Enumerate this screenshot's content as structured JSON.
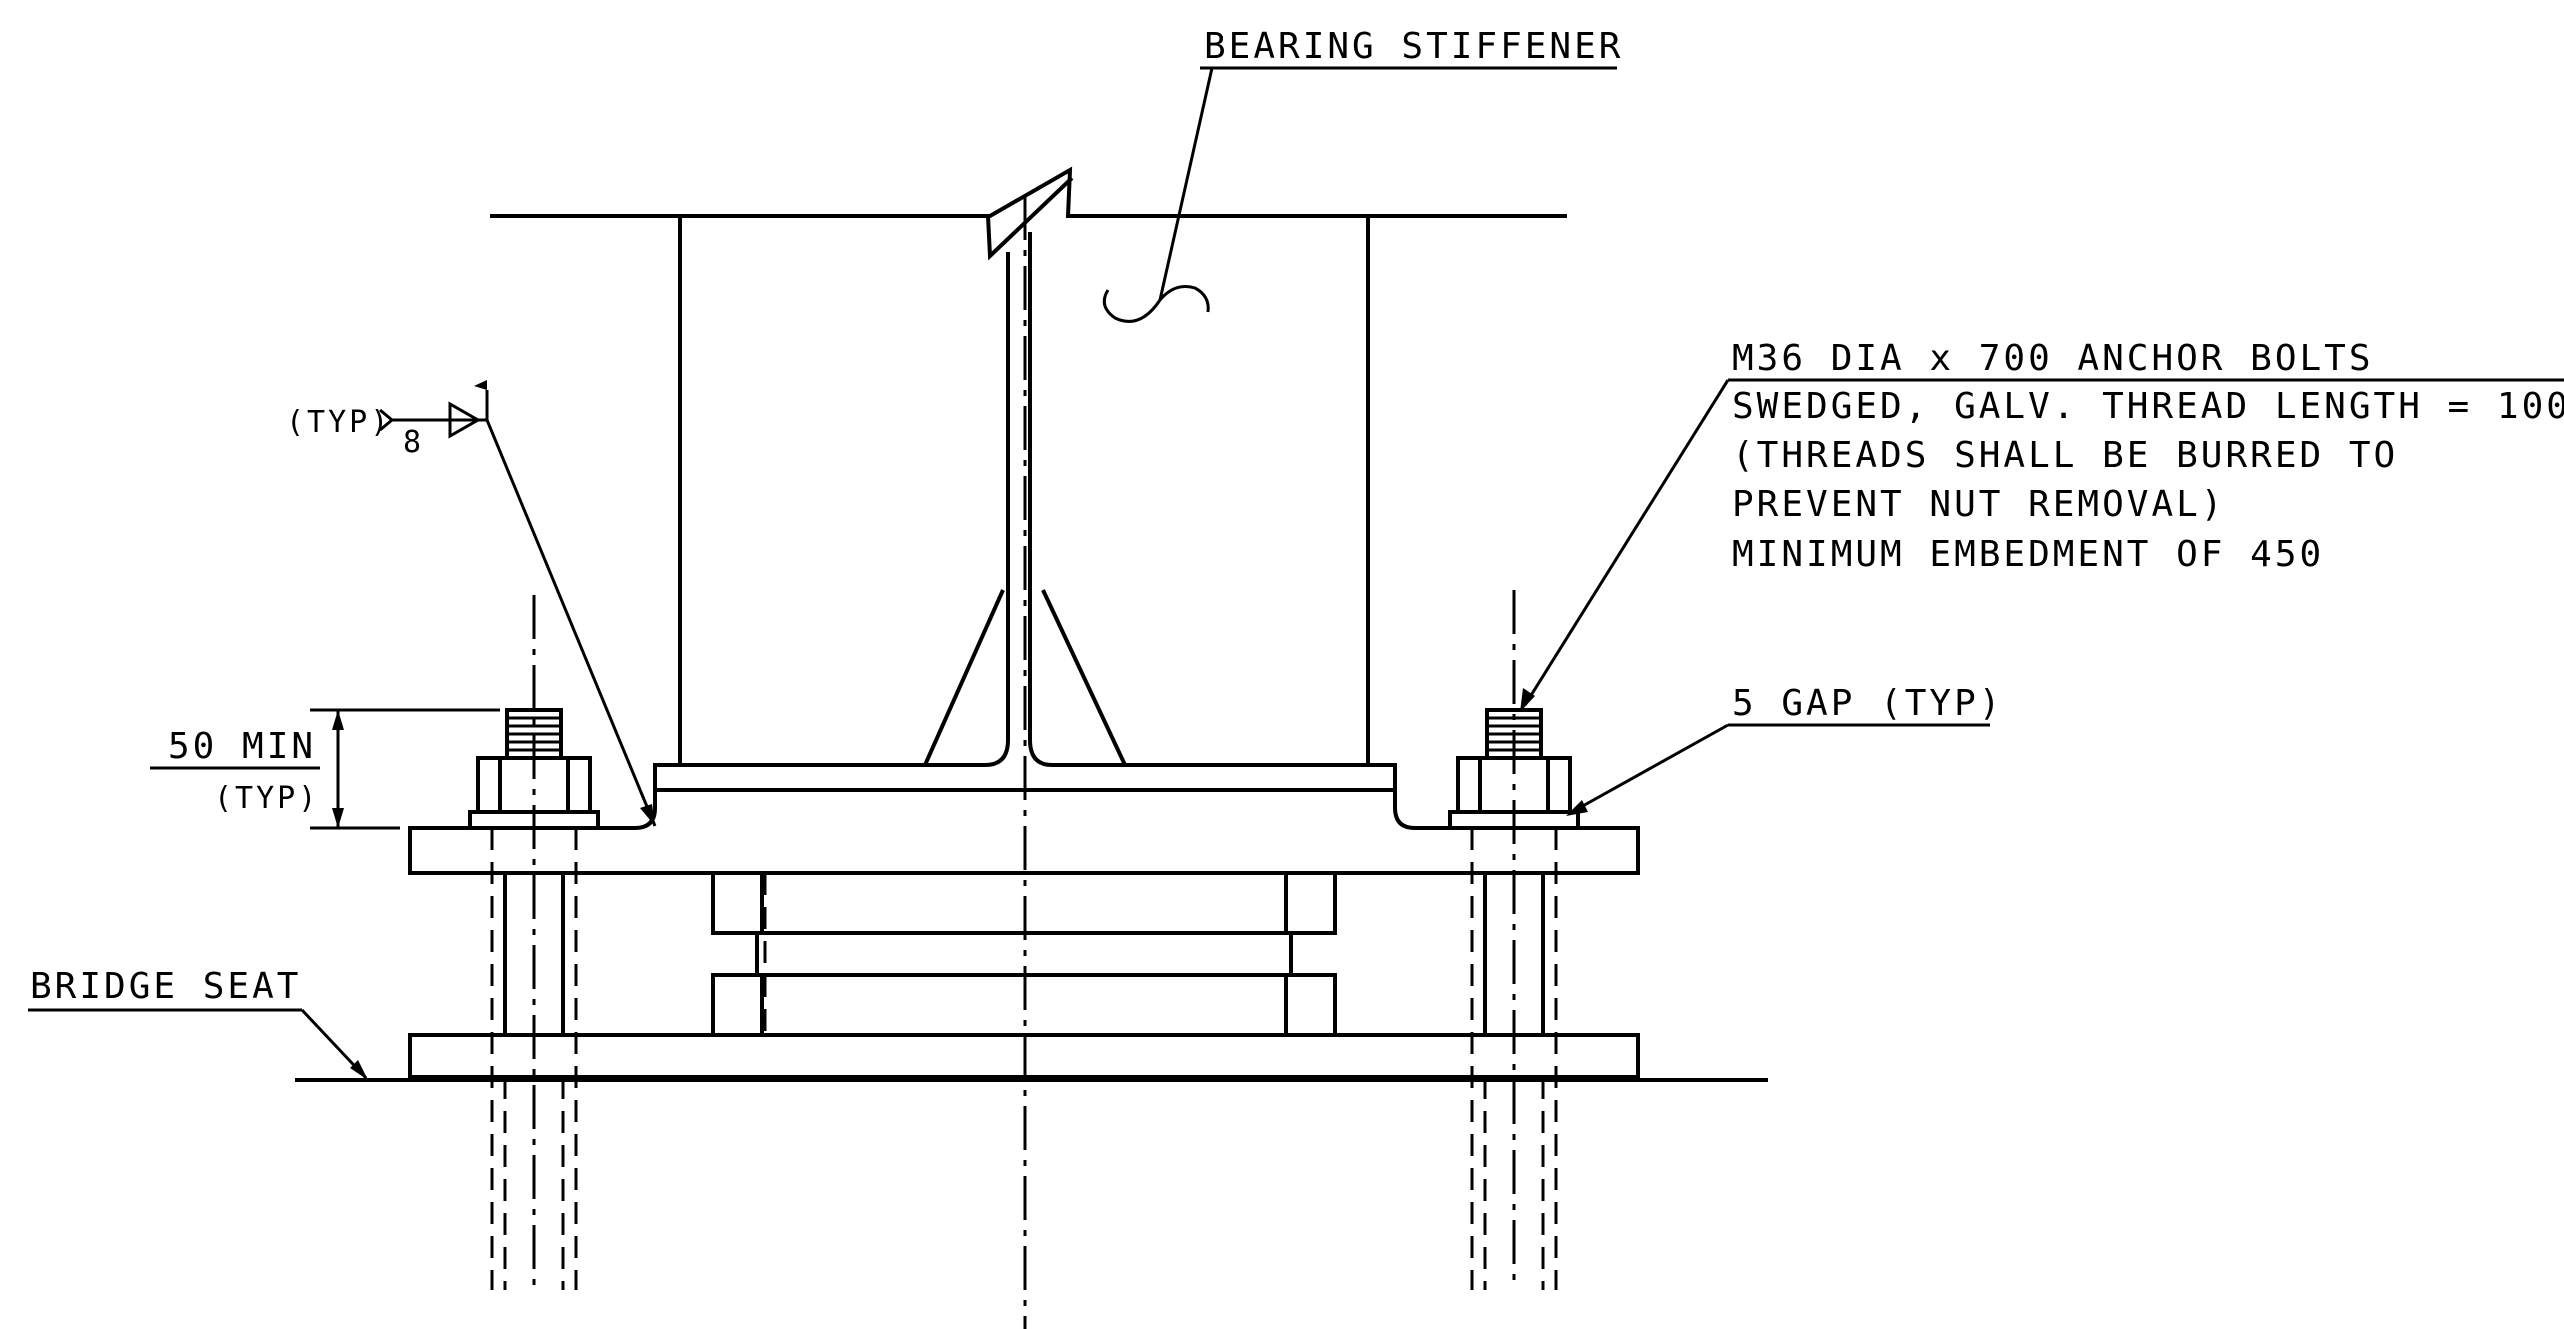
{
  "labels": {
    "bearing_stiffener": "BEARING STIFFENER",
    "weld_typ": "(TYP)",
    "weld_size": "8",
    "anchor_bolts_1": "M36 DIA x 700 ANCHOR BOLTS",
    "anchor_bolts_2": "SWEDGED, GALV. THREAD LENGTH = 100",
    "anchor_bolts_3": "(THREADS SHALL BE BURRED TO",
    "anchor_bolts_4": "PREVENT NUT REMOVAL)",
    "anchor_bolts_5": "MINIMUM EMBEDMENT OF 450",
    "gap": "5 GAP (TYP)",
    "min_dim_1": "50 MIN",
    "min_dim_2": "(TYP)",
    "bridge_seat": "BRIDGE SEAT"
  }
}
